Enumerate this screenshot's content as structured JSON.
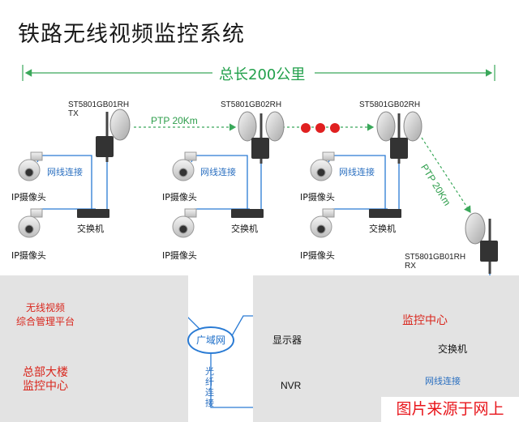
{
  "title": "铁路无线视频监控系统",
  "total_length": "总长200公里",
  "devices": {
    "tx": "ST5801GB01RH\nTX",
    "relay1": "ST5801GB02RH",
    "relay2": "ST5801GB02RH",
    "rx": "ST5801GB01RH\nRX"
  },
  "links": {
    "ptp_horizontal": "PTP 20Km",
    "ptp_diagonal": "PTP 20Km"
  },
  "labels": {
    "ip_camera": "IP摄像头",
    "switch": "交换机",
    "network_cable": "网线连接",
    "monitor_center": "监控中心",
    "display": "显示器",
    "nvr": "NVR",
    "wan": "广域网",
    "fiber": "光纤连接",
    "platform": "无线视频\n综合管理平台",
    "hq": "总部大楼\n监控中心"
  },
  "watermark": "图片来源于网上",
  "colors": {
    "green_line": "#3aa85a",
    "cable_blue": "#2a7bd4",
    "red_dots": "#e02020",
    "label_red": "#d9261c"
  }
}
